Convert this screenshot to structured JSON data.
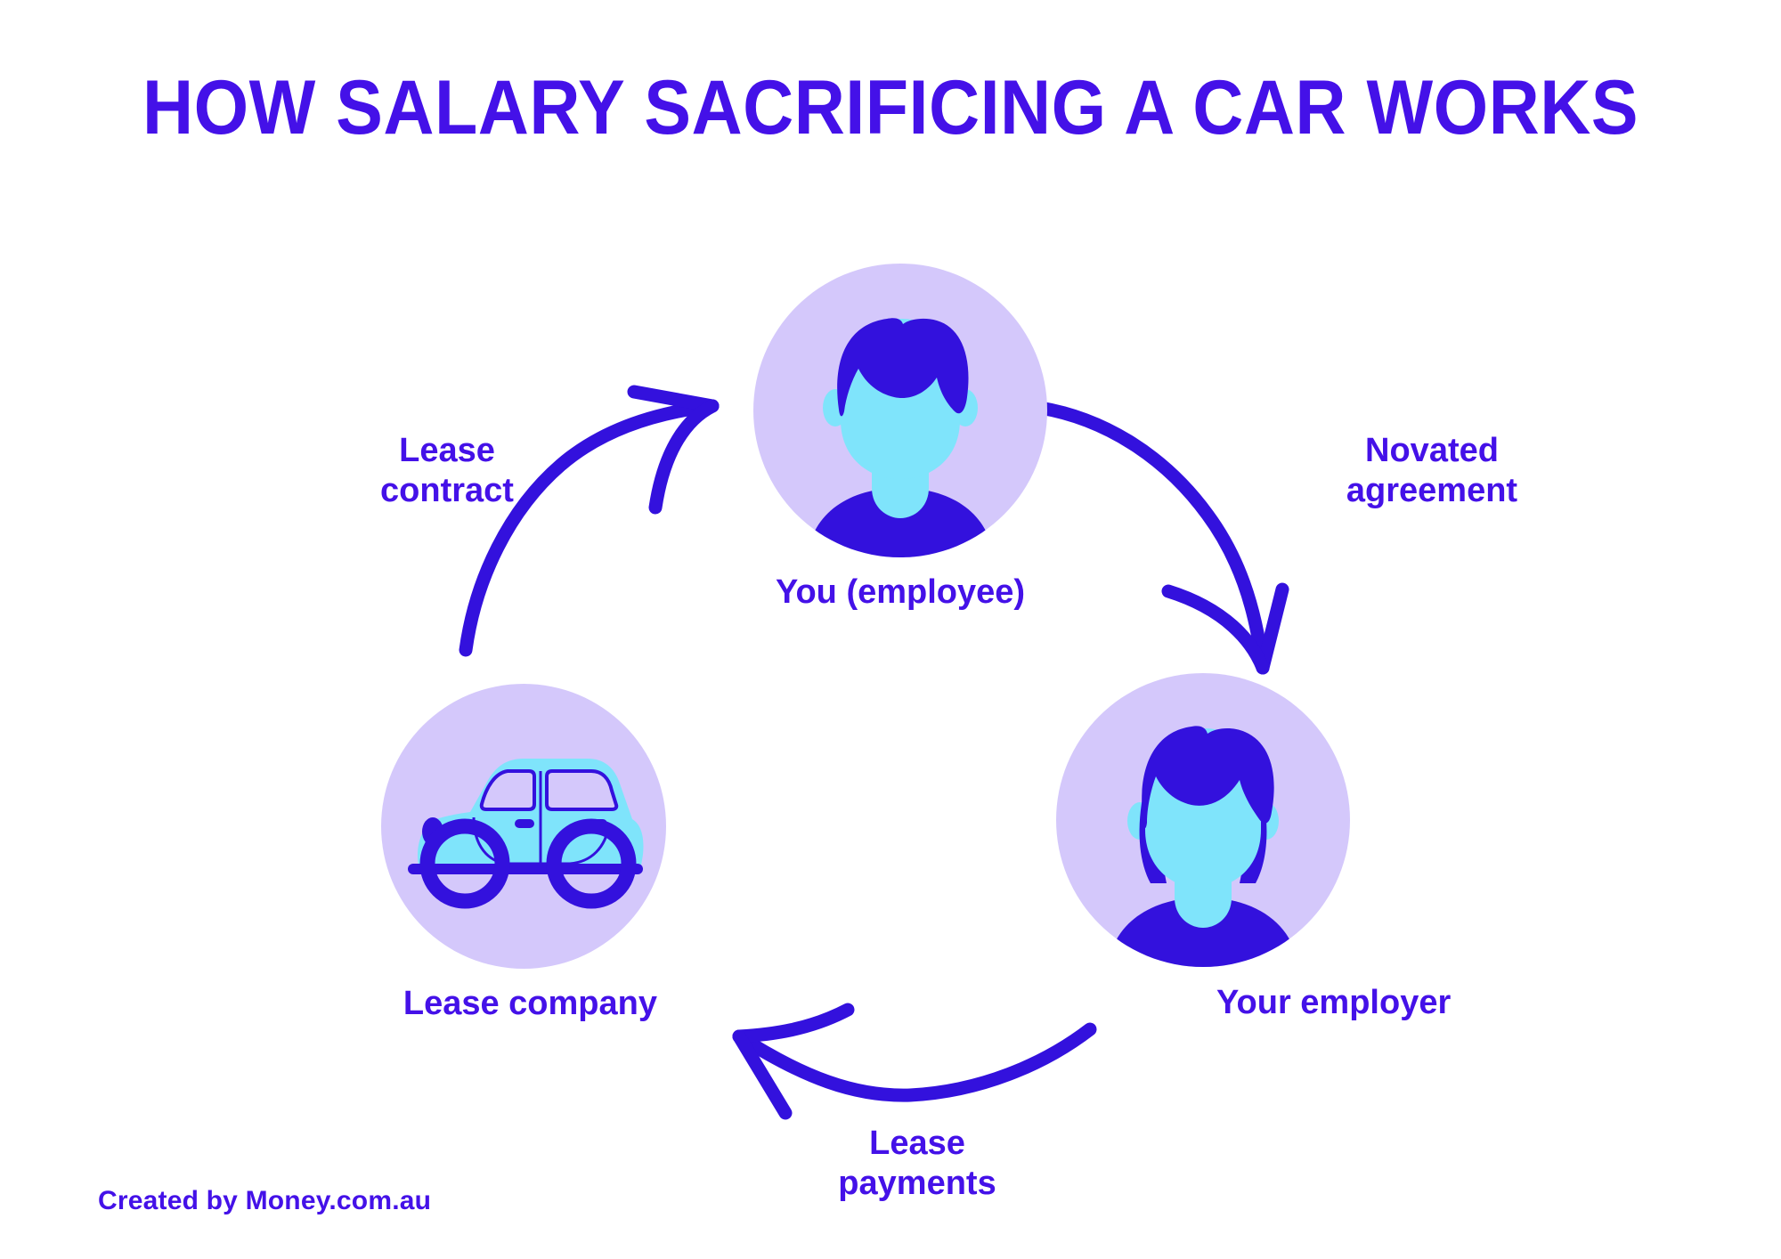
{
  "title": "HOW SALARY SACRIFICING A CAR WORKS",
  "footer": "Created by Money.com.au",
  "colors": {
    "brand_purple": "#4411E8",
    "deep_purple": "#3311DD",
    "lavender_circle": "#D4C8FB",
    "cyan": "#7FE4FB",
    "background": "#FFFFFF"
  },
  "nodes": [
    {
      "id": "employee",
      "label": "You (employee)",
      "icon": "person-short-hair-avatar-icon"
    },
    {
      "id": "employer",
      "label": "Your employer",
      "icon": "person-bob-hair-avatar-icon"
    },
    {
      "id": "lease_company",
      "label": "Lease company",
      "icon": "car-icon"
    }
  ],
  "connectors": [
    {
      "id": "lease_contract",
      "label_line1": "Lease",
      "label_line2": "contract",
      "from": "lease_company",
      "to": "employee",
      "direction": "up-right"
    },
    {
      "id": "novated_agreement",
      "label_line1": "Novated",
      "label_line2": "agreement",
      "from": "employee",
      "to": "employer",
      "direction": "down-right"
    },
    {
      "id": "lease_payments",
      "label_line1": "Lease",
      "label_line2": "payments",
      "from": "employer",
      "to": "lease_company",
      "direction": "left"
    }
  ],
  "chart_data": {
    "type": "diagram",
    "title": "HOW SALARY SACRIFICING A CAR WORKS",
    "diagram_kind": "cycle",
    "nodes": [
      "You (employee)",
      "Your employer",
      "Lease company"
    ],
    "edges": [
      {
        "from": "You (employee)",
        "to": "Your employer",
        "label": "Novated agreement"
      },
      {
        "from": "Your employer",
        "to": "Lease company",
        "label": "Lease payments"
      },
      {
        "from": "Lease company",
        "to": "You (employee)",
        "label": "Lease contract"
      }
    ]
  }
}
